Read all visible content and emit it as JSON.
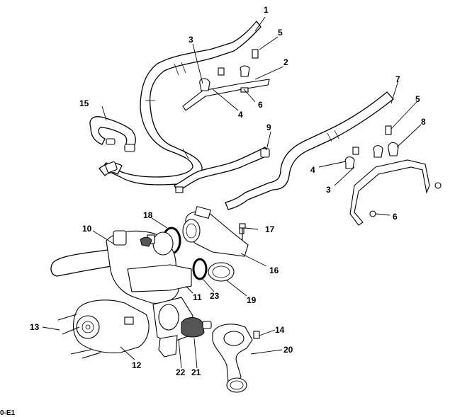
{
  "figure_code": "0-E1",
  "callouts": {
    "c1": "1",
    "c2": "2",
    "c3a": "3",
    "c3b": "3",
    "c4a": "4",
    "c4b": "4",
    "c5a": "5",
    "c5b": "5",
    "c6a": "6",
    "c6b": "6",
    "c7": "7",
    "c8": "8",
    "c9": "9",
    "c10": "10",
    "c11": "11",
    "c12": "12",
    "c13": "13",
    "c14": "14",
    "c15": "15",
    "c16": "16",
    "c17": "17",
    "c18": "18",
    "c19": "19",
    "c20": "20",
    "c21": "21",
    "c22": "22",
    "c23": "23"
  }
}
